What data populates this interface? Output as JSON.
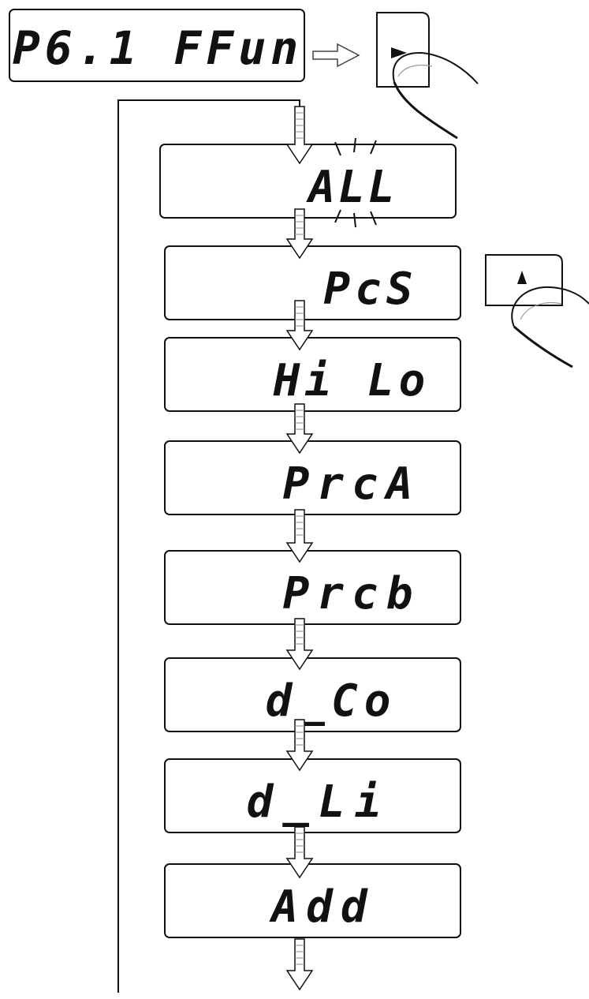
{
  "header_display": {
    "text": "P6.1 FFun"
  },
  "menu_items": [
    {
      "text": "ALL",
      "blinking": true
    },
    {
      "text": "PcS",
      "blinking": false
    },
    {
      "text": "Hi Lo",
      "blinking": false
    },
    {
      "text": "PrcA",
      "blinking": false
    },
    {
      "text": "Prcb",
      "blinking": false
    },
    {
      "text": "d_Co",
      "blinking": false
    },
    {
      "text": "d_Li",
      "blinking": false
    },
    {
      "text": "Add",
      "blinking": false
    }
  ],
  "icons": {
    "enter_button": "right-triangle-key-icon",
    "up_button": "up-triangle-key-icon",
    "finger": "finger-press-icon",
    "arrow_down": "down-arrow-icon",
    "arrow_right": "right-hollow-arrow-icon"
  },
  "colors": {
    "line": "#111111",
    "background": "#ffffff"
  }
}
